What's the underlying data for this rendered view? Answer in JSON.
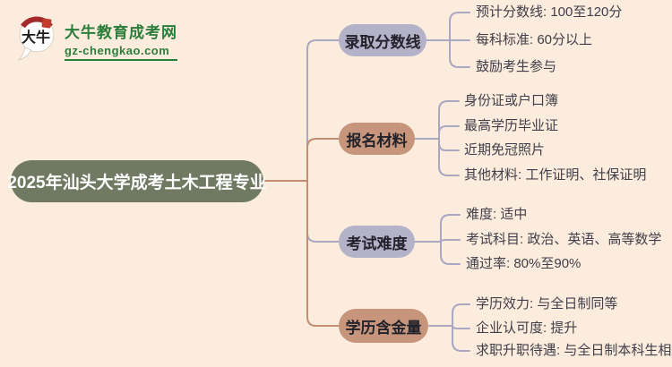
{
  "colors": {
    "background": "#fcecdd",
    "center_node": "#707a63",
    "center_text": "#ffffff",
    "branch_lavender": "#b4b2c8",
    "branch_tan": "#c6957b",
    "line_tan": "#c28e71",
    "line_gray": "#a9a7c2",
    "leaf_text": "#3f3e49",
    "logo_green": "#2b7d3b",
    "seal_red": "#c23b2e"
  },
  "logo": {
    "mark_text": "大牛",
    "title": "大牛教育成考网",
    "subtitle": "gz-chengkao.com"
  },
  "center": {
    "label": "2025年汕头大学成考土木工程专业"
  },
  "branches": [
    {
      "label": "录取分数线",
      "color": "lavender",
      "leaves": [
        "预计分数线: 100至120分",
        "每科标准: 60分以上",
        "鼓励考生参与"
      ]
    },
    {
      "label": "报名材料",
      "color": "tan",
      "leaves": [
        "身份证或户口簿",
        "最高学历毕业证",
        "近期免冠照片",
        "其他材料: 工作证明、社保证明"
      ]
    },
    {
      "label": "考试难度",
      "color": "lavender",
      "leaves": [
        "难度: 适中",
        "考试科目: 政治、英语、高等数学",
        "通过率: 80%至90%"
      ]
    },
    {
      "label": "学历含金量",
      "color": "tan",
      "leaves": [
        "学历效力: 与全日制同等",
        "企业认可度: 提升",
        "求职升职待遇: 与全日制本科生相同"
      ]
    }
  ]
}
